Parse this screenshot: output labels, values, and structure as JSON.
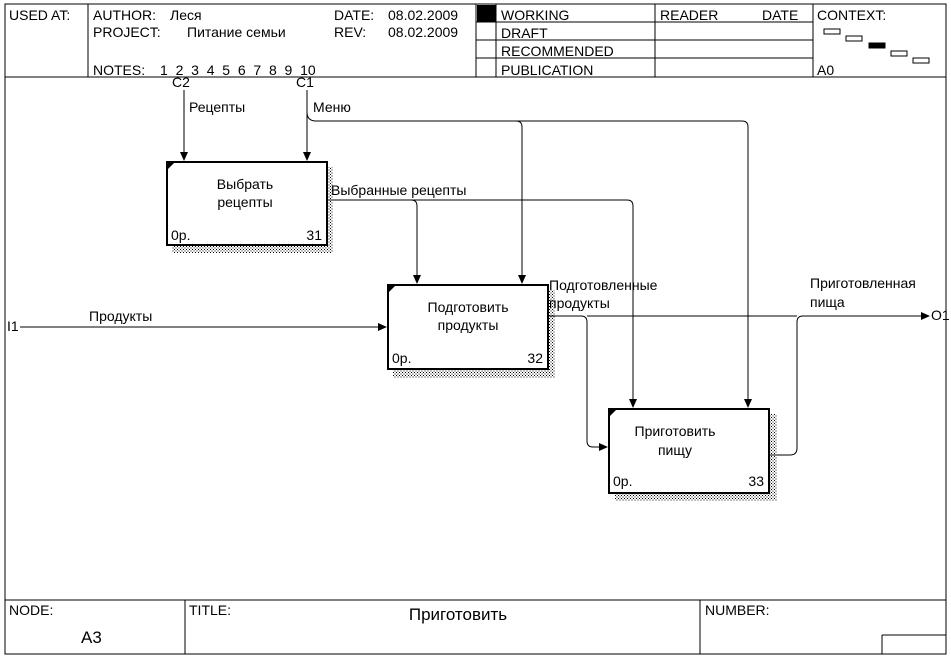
{
  "header": {
    "used_at": "USED AT:",
    "author_label": "AUTHOR:",
    "author": "Леся",
    "project_label": "PROJECT:",
    "project": "Питание семьи",
    "date_label": "DATE:",
    "date": "08.02.2009",
    "rev_label": "REV:",
    "rev": "08.02.2009",
    "notes_label": "NOTES:",
    "notes": "1  2  3  4  5  6  7  8  9  10",
    "status": [
      "WORKING",
      "DRAFT",
      "RECOMMENDED",
      "PUBLICATION"
    ],
    "reader_label": "READER",
    "reader_date_label": "DATE",
    "context_label": "CONTEXT:",
    "context_node": "A0"
  },
  "diagram": {
    "boxes": [
      {
        "label1": "Выбрать",
        "label2": "рецепты",
        "cost": "0р.",
        "num": "31"
      },
      {
        "label1": "Подготовить",
        "label2": "продукты",
        "cost": "0р.",
        "num": "32"
      },
      {
        "label1": "Приготовить",
        "label2": "пищу",
        "cost": "0р.",
        "num": "33"
      }
    ],
    "tunnels": {
      "c2": "C2",
      "c1": "C1",
      "i1": "I1",
      "o1": "O1"
    },
    "arrows": {
      "recipes": "Рецепты",
      "menu": "Меню",
      "selected": "Выбранные рецепты",
      "products": "Продукты",
      "prepared1": "Подготовленные",
      "prepared2": "продукты",
      "cooked1": "Приготовленная",
      "cooked2": "пища"
    }
  },
  "footer": {
    "node_label": "NODE:",
    "node": "A3",
    "title_label": "TITLE:",
    "title": "Приготовить",
    "number_label": "NUMBER:"
  }
}
